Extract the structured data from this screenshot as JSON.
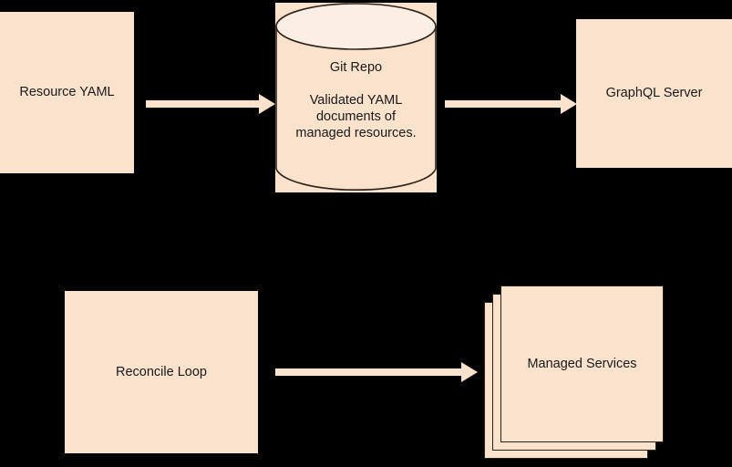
{
  "diagram": {
    "background_color": "#000000",
    "node_fill": "#fae2cc",
    "node_fill_light": "#fbeee2",
    "stroke_color": "#2b2118",
    "text_color": "#1a1a1a",
    "nodes": [
      {
        "id": "resource-yaml",
        "shape": "rectangle",
        "label": "Resource YAML"
      },
      {
        "id": "git-repo",
        "shape": "cylinder",
        "label": "Git Repo\n\nValidated YAML\ndocuments of\nmanaged resources."
      },
      {
        "id": "graphql-server",
        "shape": "rectangle",
        "label": "GraphQL Server"
      },
      {
        "id": "reconcile-loop",
        "shape": "rectangle",
        "label": "Reconcile Loop"
      },
      {
        "id": "managed-services",
        "shape": "stacked-rectangle",
        "label": "Managed Services"
      }
    ],
    "edges": [
      {
        "id": "yaml-to-repo",
        "from": "resource-yaml",
        "to": "git-repo",
        "label": "",
        "direction": "right"
      },
      {
        "id": "repo-to-graphql",
        "from": "git-repo",
        "to": "graphql-server",
        "label": "",
        "direction": "right"
      },
      {
        "id": "reconcile-to-services",
        "from": "reconcile-loop",
        "to": "managed-services",
        "label": "",
        "direction": "right"
      }
    ]
  }
}
